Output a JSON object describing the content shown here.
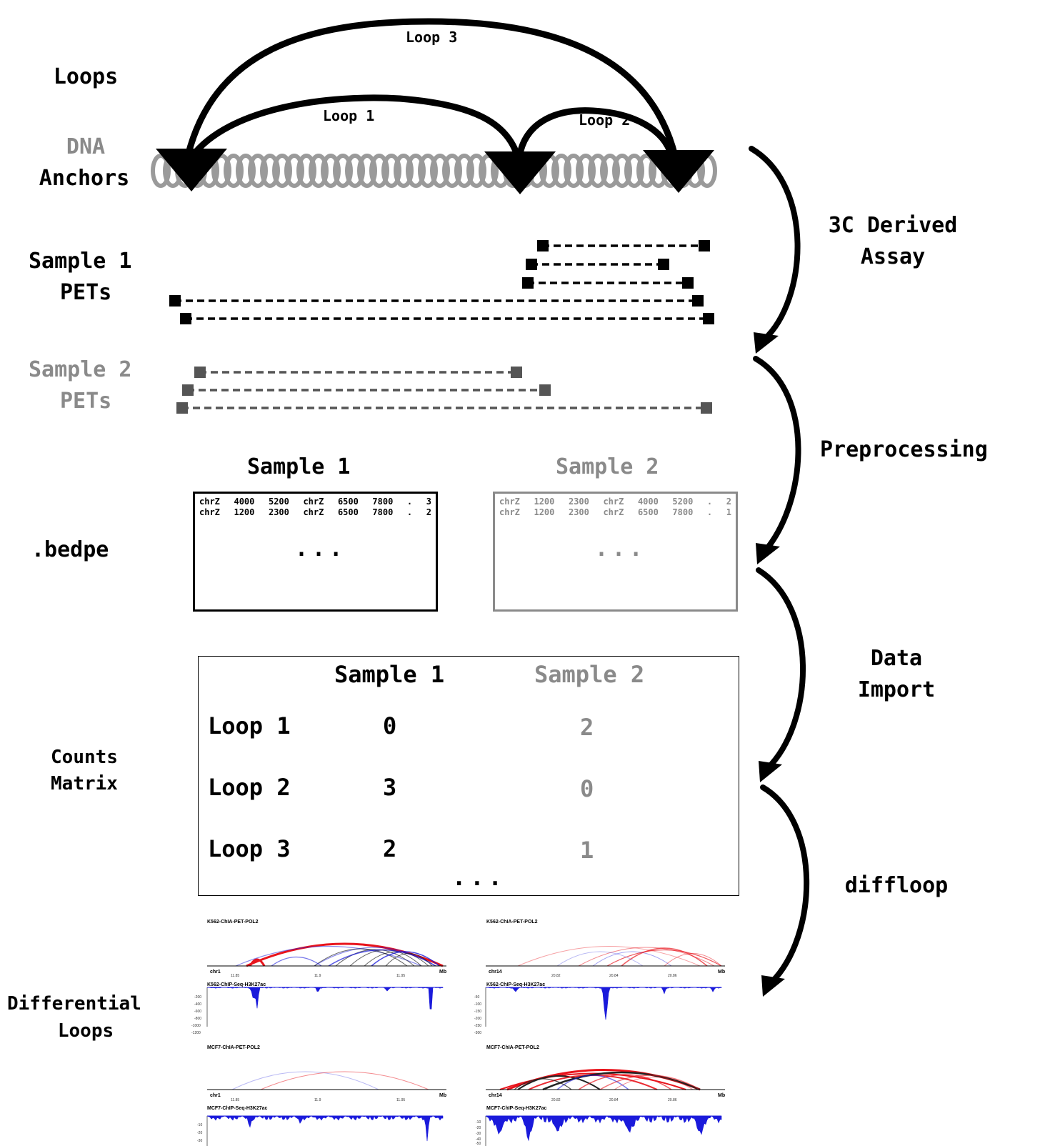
{
  "left_labels": {
    "loops": "Loops",
    "dna": "DNA",
    "anchors": "Anchors",
    "sample1_pets_1": "Sample 1",
    "sample1_pets_2": "PETs",
    "sample2_pets_1": "Sample 2",
    "sample2_pets_2": "PETs",
    "bedpe": ".bedpe",
    "counts_1": "Counts",
    "counts_2": "Matrix",
    "diff_1": "Differential",
    "diff_2": "Loops"
  },
  "loop_labels": {
    "loop1": "Loop 1",
    "loop2": "Loop 2",
    "loop3": "Loop 3"
  },
  "steps": {
    "assay_1": "3C Derived",
    "assay_2": "Assay",
    "preprocessing": "Preprocessing",
    "import_1": "Data",
    "import_2": "Import",
    "diffloop": "diffloop"
  },
  "bedpe": {
    "sample1_title": "Sample 1",
    "sample2_title": "Sample 2",
    "sample1_rows": [
      [
        "chrZ",
        "4000",
        "5200",
        "chrZ",
        "6500",
        "7800",
        ".",
        "3"
      ],
      [
        "chrZ",
        "1200",
        "2300",
        "chrZ",
        "6500",
        "7800",
        ".",
        "2"
      ]
    ],
    "sample2_rows": [
      [
        "chrZ",
        "1200",
        "2300",
        "chrZ",
        "4000",
        "5200",
        ".",
        "2"
      ],
      [
        "chrZ",
        "1200",
        "2300",
        "chrZ",
        "6500",
        "7800",
        ".",
        "1"
      ]
    ],
    "ellipsis": "..."
  },
  "matrix": {
    "col1": "Sample 1",
    "col2": "Sample 2",
    "rows": [
      {
        "label": "Loop 1",
        "s1": "0",
        "s2": "2"
      },
      {
        "label": "Loop 2",
        "s1": "3",
        "s2": "0"
      },
      {
        "label": "Loop 3",
        "s1": "2",
        "s2": "1"
      }
    ],
    "ellipsis": "..."
  },
  "panels": {
    "tl_title": "K562-ChIA-PET-POL2",
    "tl_chr": "chr1",
    "tl_mb": "Mb",
    "tl_ticks": [
      "11.85",
      "11.9",
      "11.95"
    ],
    "tl_chip": "K562-ChIP-Seq-H3K27ac",
    "tl_chip_ticks": [
      "-200",
      "-400",
      "-600",
      "-800",
      "-1000",
      "-1200"
    ],
    "tr_title": "K562-ChIA-PET-POL2",
    "tr_chr": "chr14",
    "tr_mb": "Mb",
    "tr_ticks": [
      "20.82",
      "20.84",
      "20.86"
    ],
    "tr_chip": "K562-ChIP-Seq-H3K27ac",
    "tr_chip_ticks": [
      "-50",
      "-100",
      "-150",
      "-200",
      "-250",
      "-300"
    ],
    "bl_title": "MCF7-ChIA-PET-POL2",
    "bl_chr": "chr1",
    "bl_mb": "Mb",
    "bl_ticks": [
      "11.85",
      "11.9",
      "11.95"
    ],
    "bl_chip": "MCF7-ChIP-Seq-H3K27ac",
    "bl_chip_ticks": [
      "-10",
      "-20",
      "-30"
    ],
    "br_title": "MCF7-ChIA-PET-POL2",
    "br_chr": "chr14",
    "br_mb": "Mb",
    "br_ticks": [
      "20.82",
      "20.84",
      "20.86"
    ],
    "br_chip": "MCF7-ChIP-Seq-H3K27ac",
    "br_chip_ticks": [
      "-10",
      "-20",
      "-30",
      "-40",
      "-50"
    ]
  },
  "colors": {
    "black": "#000000",
    "gray": "#8a8a8a",
    "red": "#e8141c",
    "blue": "#1a1adb"
  }
}
